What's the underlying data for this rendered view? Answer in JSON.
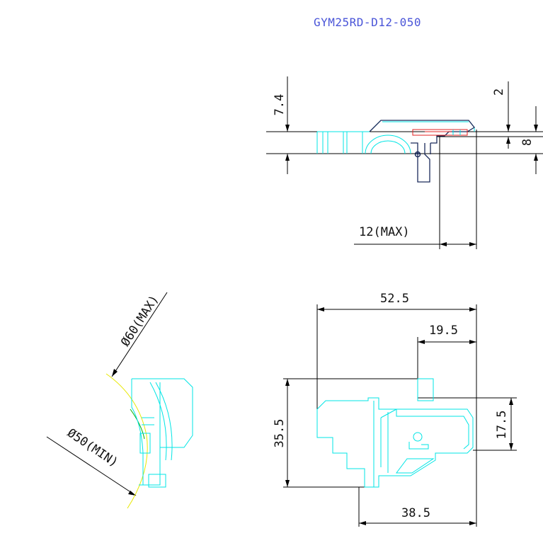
{
  "drawing": {
    "part_number": "GYM25RD-D12-050",
    "colors": {
      "dimension": "#000000",
      "part_outline": "#00e5e5",
      "part_detail": "#1a2a5a",
      "highlight": "#e02020",
      "title": "#4a55d8"
    },
    "side_view": {
      "dim_height": "7.4",
      "dim_gap": "2",
      "dim_depth": "8",
      "dim_reach": "12(MAX)"
    },
    "curve_view": {
      "dim_max_diameter": "Ø60(MAX)",
      "dim_min_diameter": "Ø50(MIN)"
    },
    "plan_view": {
      "dim_total_width": "52.5",
      "dim_offset_width": "19.5",
      "dim_total_height": "35.5",
      "dim_offset_height": "17.5",
      "dim_base_width": "38.5"
    }
  }
}
